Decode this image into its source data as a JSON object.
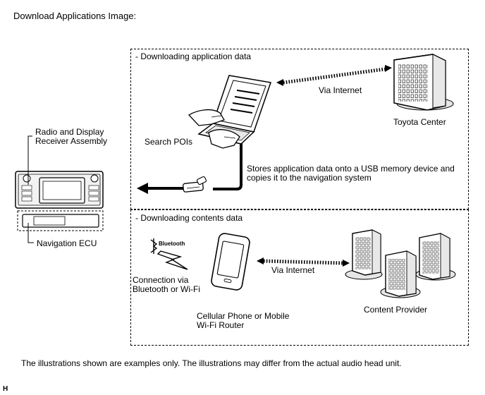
{
  "title": "Download Applications Image:",
  "panel_top": {
    "heading": "- Downloading application data",
    "via_internet": "Via Internet",
    "toyota_center": "Toyota Center",
    "search_pois": "Search POIs",
    "stores_line1": "Stores application data onto a USB memory device and",
    "stores_line2": "copies it to the navigation system"
  },
  "panel_bottom": {
    "heading": "- Downloading contents data",
    "bluetooth_logo": "Bluetooth",
    "connection_line1": "Connection via",
    "connection_line2": "Bluetooth or Wi-Fi",
    "via_internet": "Via Internet",
    "phone_line1": "Cellular Phone or Mobile",
    "phone_line2": "Wi-Fi Router",
    "content_provider": "Content Provider"
  },
  "radio": {
    "label_line1": "Radio and Display",
    "label_line2": "Receiver Assembly",
    "nav_ecu": "Navigation ECU"
  },
  "footnote": "The illustrations shown are examples only. The illustrations may differ from the actual audio head unit.",
  "corner_mark": "H"
}
